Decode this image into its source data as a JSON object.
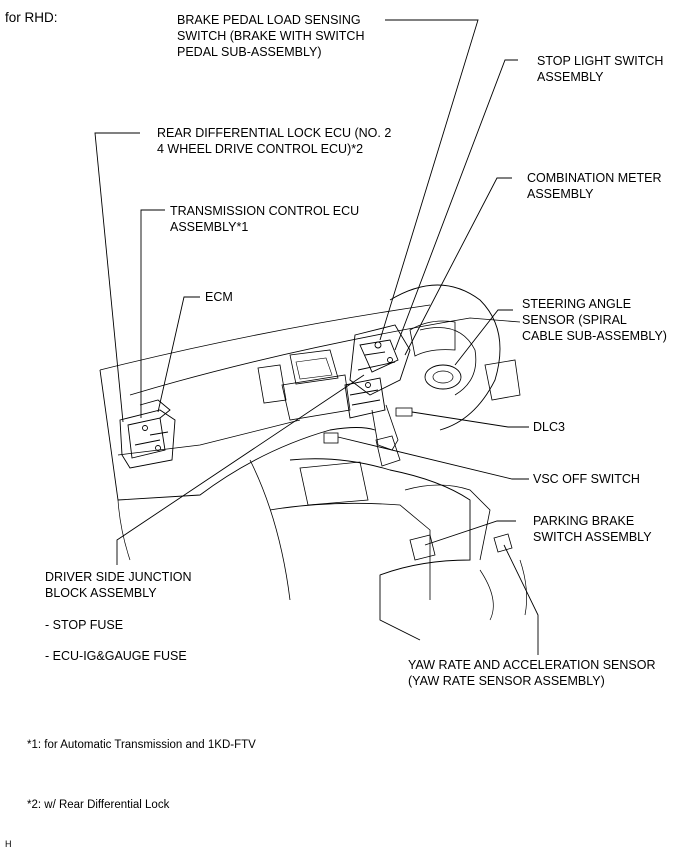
{
  "header": {
    "text": "for RHD:"
  },
  "labels": {
    "brake_pedal": [
      "BRAKE PEDAL LOAD SENSING",
      "SWITCH (BRAKE WITH SWITCH",
      "PEDAL SUB-ASSEMBLY)"
    ],
    "stop_light": [
      "STOP LIGHT SWITCH",
      "ASSEMBLY"
    ],
    "rear_diff": [
      "REAR DIFFERENTIAL LOCK ECU (NO. 2",
      "4 WHEEL DRIVE CONTROL ECU)*2"
    ],
    "combination_meter": [
      "COMBINATION METER",
      "ASSEMBLY"
    ],
    "transmission_ecu": [
      "TRANSMISSION CONTROL ECU",
      "ASSEMBLY*1"
    ],
    "ecm": [
      "ECM"
    ],
    "steering_angle": [
      "STEERING ANGLE",
      "SENSOR (SPIRAL",
      "CABLE SUB-ASSEMBLY)"
    ],
    "dlc3": [
      "DLC3"
    ],
    "vsc_off": [
      "VSC OFF SWITCH"
    ],
    "parking_brake": [
      "PARKING BRAKE",
      "SWITCH ASSEMBLY"
    ],
    "driver_jb": [
      "DRIVER SIDE JUNCTION",
      "BLOCK ASSEMBLY"
    ],
    "stop_fuse": [
      "- STOP FUSE"
    ],
    "ecu_ig_fuse": [
      "- ECU-IG&GAUGE FUSE"
    ],
    "yaw_rate": [
      "YAW RATE AND ACCELERATION SENSOR",
      "(YAW RATE SENSOR ASSEMBLY)"
    ]
  },
  "footnotes": {
    "note1": "*1: for Automatic Transmission and 1KD-FTV",
    "note2": "*2: w/ Rear Differential Lock",
    "corner": "H"
  }
}
